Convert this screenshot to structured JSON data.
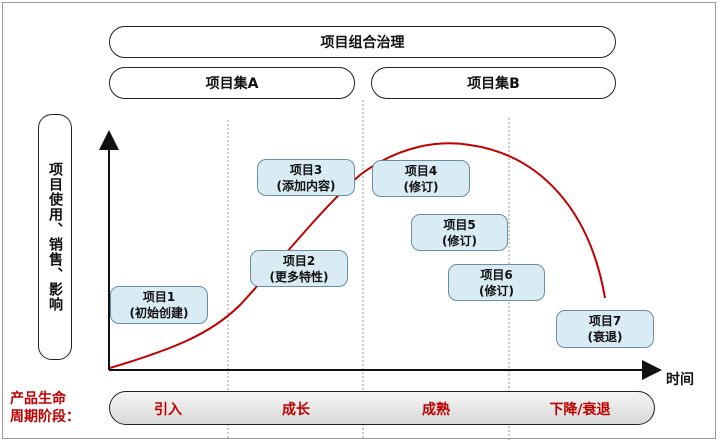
{
  "top": {
    "portfolio": "项目组合治理"
  },
  "programs": {
    "a": "项目集A",
    "b": "项目集B"
  },
  "y_axis_label": "项目使用、销售、影响",
  "x_axis_label": "时间",
  "lifecycle_caption": {
    "line1": "产品生命",
    "line2": "周期阶段："
  },
  "stages": [
    "引入",
    "成长",
    "成熟",
    "下降/衰退"
  ],
  "projects": [
    {
      "name": "项目1",
      "note": "(初始创建)"
    },
    {
      "name": "项目2",
      "note": "(更多特性)"
    },
    {
      "name": "项目3",
      "note": "(添加内容)"
    },
    {
      "name": "项目4",
      "note": "(修订)"
    },
    {
      "name": "项目5",
      "note": "(修订)"
    },
    {
      "name": "项目6",
      "note": "(修订)"
    },
    {
      "name": "项目7",
      "note": "(衰退)"
    }
  ],
  "colors": {
    "curve": "#c00000",
    "box_fill": "#d9ebf3",
    "stage_text": "#c00000"
  }
}
